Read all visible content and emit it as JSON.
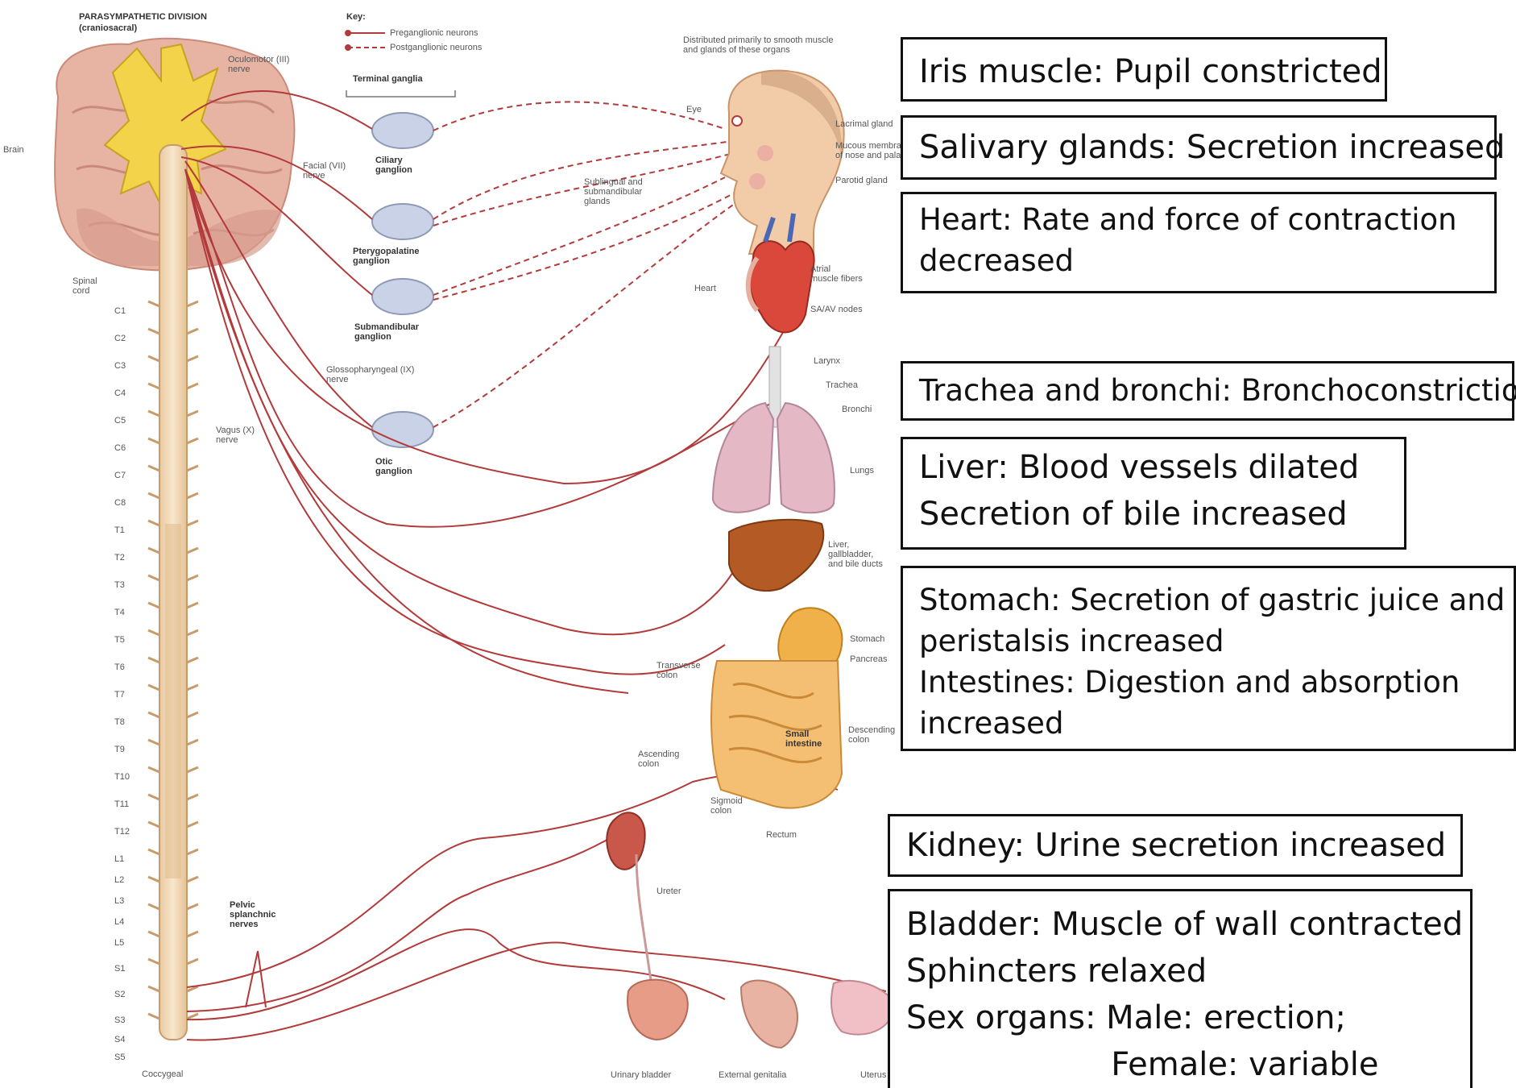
{
  "header": {
    "division": "PARASYMPATHETIC DIVISION",
    "division_sub": "(craniosacral)",
    "key_title": "Key:",
    "key_pre": "Preganglionic neurons",
    "key_post": "Postganglionic neurons",
    "terminal_ganglia": "Terminal ganglia",
    "distributed": "Distributed primarily to smooth muscle\nand glands of these organs"
  },
  "anatomy_labels": {
    "brain": "Brain",
    "spinal_cord": "Spinal\ncord",
    "oculomotor": "Oculomotor (III)\nnerve",
    "facial": "Facial (VII)\nnerve",
    "glossopharyngeal": "Glossopharyngeal (IX)\nnerve",
    "vagus": "Vagus (X)\nnerve",
    "pelvic": "Pelvic\nsplanchnic\nnerves",
    "coccygeal": "Coccygeal",
    "ciliary": "Ciliary\nganglion",
    "pterygopalatine": "Pterygopalatine\nganglion",
    "submandibular": "Submandibular\nganglion",
    "otic": "Otic\nganglion",
    "eye": "Eye",
    "lacrimal": "Lacrimal gland",
    "mucosa": "Mucous membrane\nof nose and palate",
    "parotid": "Parotid gland",
    "sublingual": "Sublingual and\nsubmandibular\nglands",
    "heart": "Heart",
    "atrial": "Atrial\nmuscle fibers",
    "saav": "SA/AV nodes",
    "larynx": "Larynx",
    "trachea": "Trachea",
    "bronchi": "Bronchi",
    "lungs": "Lungs",
    "liver": "Liver,\ngallbladder,\nand bile ducts",
    "stomach": "Stomach",
    "pancreas": "Pancreas",
    "transverse": "Transverse\ncolon",
    "small_intestine": "Small\nintestine",
    "ascending": "Ascending\ncolon",
    "descending": "Descending\ncolon",
    "sigmoid": "Sigmoid\ncolon",
    "rectum": "Rectum",
    "ureter": "Ureter",
    "urinary_bladder": "Urinary bladder",
    "external_genitalia": "External genitalia",
    "uterus": "Uterus"
  },
  "segments": [
    "C1",
    "C2",
    "C3",
    "C4",
    "C5",
    "C6",
    "C7",
    "C8",
    "T1",
    "T2",
    "T3",
    "T4",
    "T5",
    "T6",
    "T7",
    "T8",
    "T9",
    "T10",
    "T11",
    "T12",
    "L1",
    "L2",
    "L3",
    "L4",
    "L5",
    "S1",
    "S2",
    "S3",
    "S4",
    "S5"
  ],
  "effect_boxes": {
    "iris": [
      "Iris muscle: Pupil constricted"
    ],
    "salivary": [
      "Salivary glands: Secretion increased"
    ],
    "heart": [
      "Heart: Rate and force of contraction",
      "decreased"
    ],
    "trachea": [
      "Trachea and bronchi: Bronchoconstriction"
    ],
    "liver": [
      "Liver: Blood vessels dilated",
      "Secretion of bile increased"
    ],
    "stomach": [
      "Stomach: Secretion of gastric juice and",
      "peristalsis increased",
      "Intestines: Digestion and absorption",
      "increased"
    ],
    "kidney": [
      "Kidney: Urine secretion increased"
    ],
    "bladder": [
      "Bladder: Muscle of wall contracted",
      "Sphincters relaxed",
      "Sex organs: Male: erection;",
      "                    Female: variable"
    ]
  },
  "colors": {
    "nerve": "#b23a3a",
    "ganglion": "#c9d2e6",
    "cord": "#f1d9b8",
    "brain": "#e8b2a2",
    "box_border": "#111111"
  }
}
